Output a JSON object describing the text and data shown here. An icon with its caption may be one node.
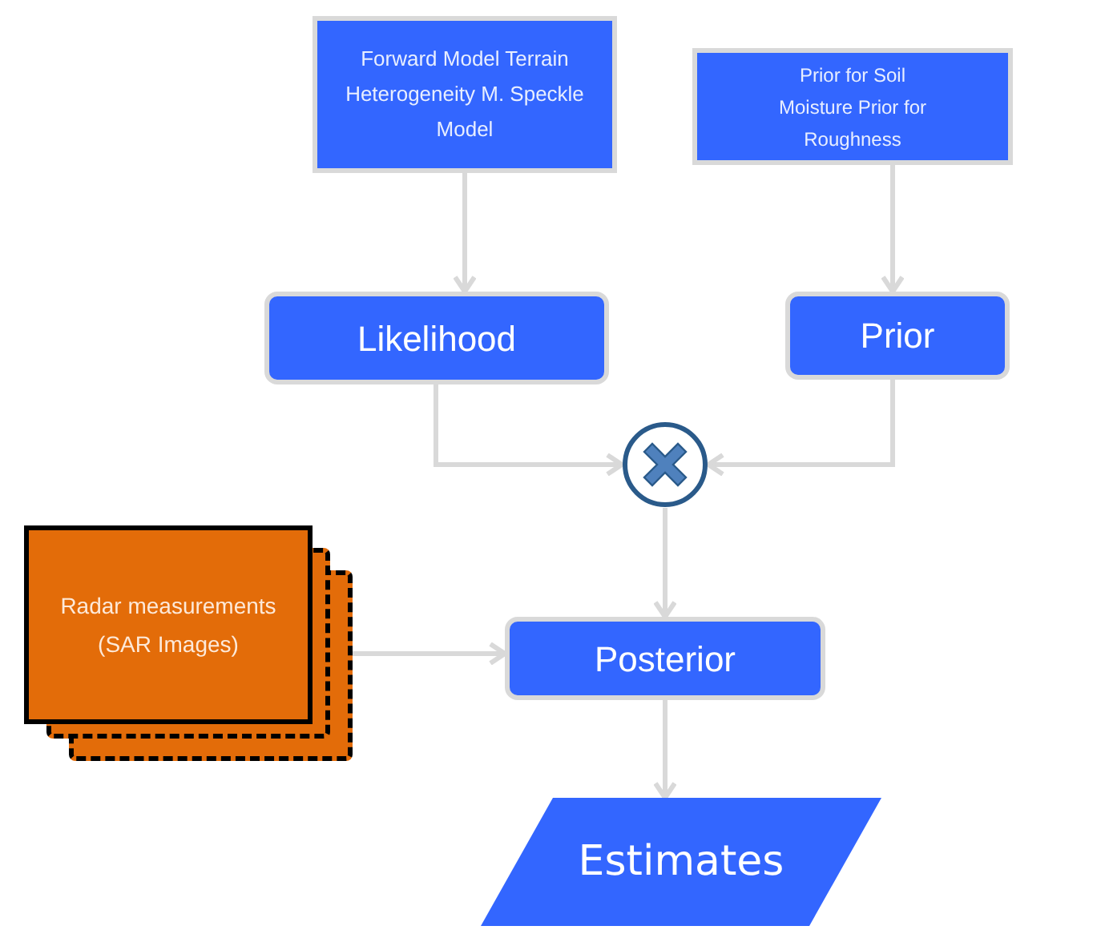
{
  "diagram": {
    "nodes": [
      {
        "text": [
          "Forward Model Terrain Heterogeneity M. Speckle Model"
        ]
      },
      {
        "text": [
          "Prior for Soil Moisture Prior for Roughness"
        ]
      },
      {
        "text": [
          "Likelihood"
        ]
      },
      {
        "text": [
          "Prior"
        ]
      },
      {
        "text": [],
        "shape": "circle"
      },
      {
        "text": [
          "Radar measurements (SAR Images)"
        ]
      },
      {
        "text": [
          "Posterior"
        ]
      },
      {
        "text": [
          "Estimates"
        ]
      }
    ],
    "edges": [
      {
        "from": 0,
        "to": 2,
        "arrow": "to"
      },
      {
        "from": 1,
        "to": 3,
        "arrow": "to"
      },
      {
        "from": 2,
        "to": 4,
        "arrow": "to"
      },
      {
        "from": 3,
        "to": 4,
        "arrow": "to"
      },
      {
        "from": 4,
        "to": 6,
        "arrow": "to"
      },
      {
        "from": 5,
        "to": 6,
        "arrow": "to"
      },
      {
        "from": 6,
        "to": 7,
        "arrow": "to"
      }
    ]
  }
}
